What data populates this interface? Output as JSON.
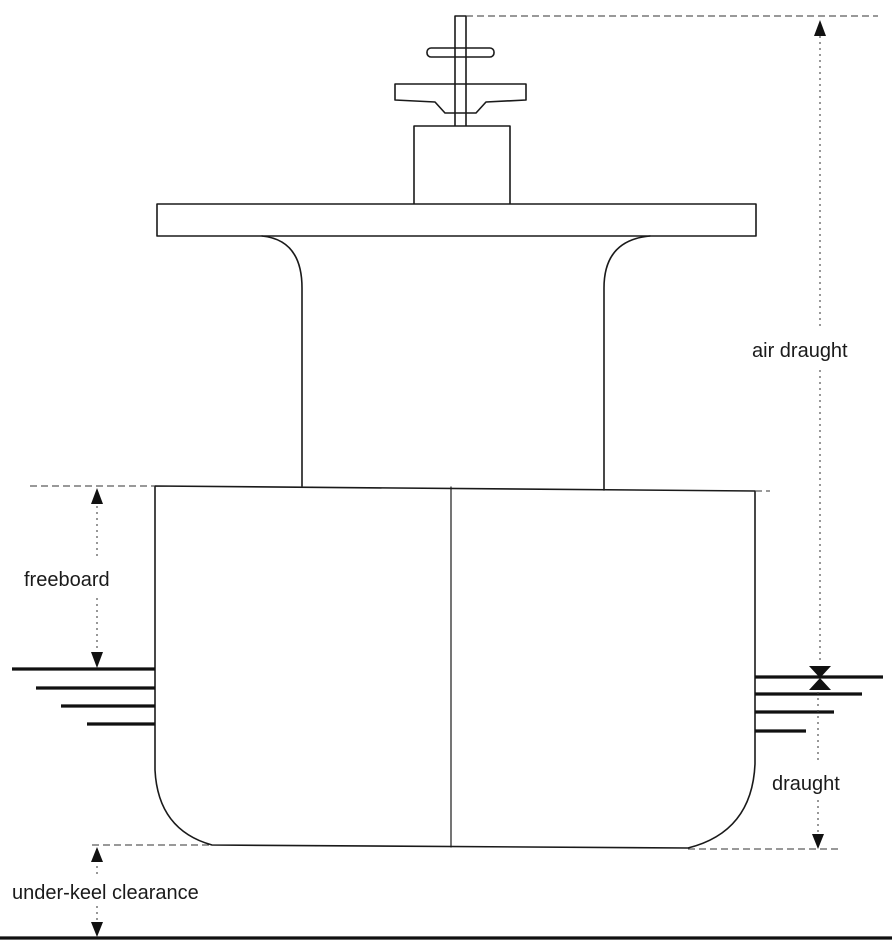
{
  "labels": {
    "air_draught": "air draught",
    "freeboard": "freeboard",
    "draught": "draught",
    "under_keel_clearance": "under-keel clearance"
  }
}
